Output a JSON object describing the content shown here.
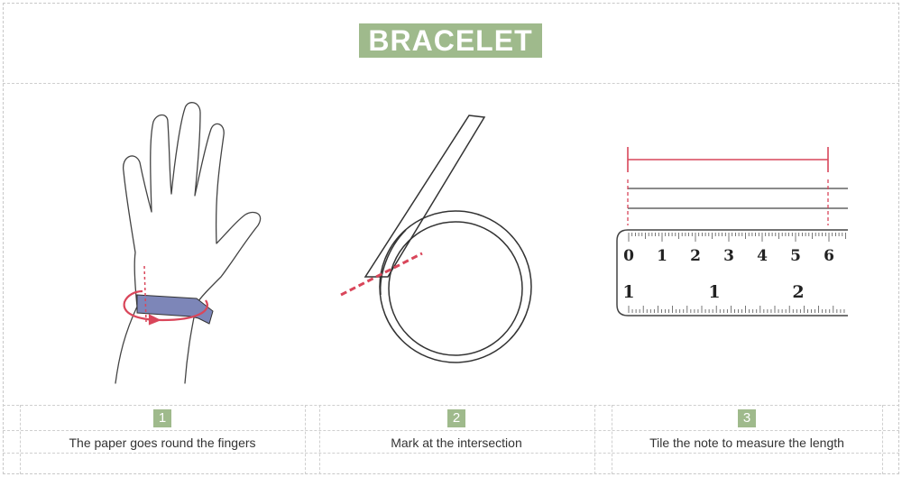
{
  "title": "BRACELET",
  "steps": [
    {
      "number": "1",
      "caption": "The paper goes round the fingers"
    },
    {
      "number": "2",
      "caption": "Mark at the intersection"
    },
    {
      "number": "3",
      "caption": "Tile the note to measure the length"
    }
  ],
  "ruler": {
    "cm_labels": [
      "0",
      "1",
      "2",
      "3",
      "4",
      "5",
      "6"
    ],
    "inch_labels": [
      "1",
      "1",
      "2"
    ]
  },
  "colors": {
    "accent_green": "#9fba8c",
    "measure_red": "#d9465a",
    "band_blue": "#7d86b8"
  }
}
